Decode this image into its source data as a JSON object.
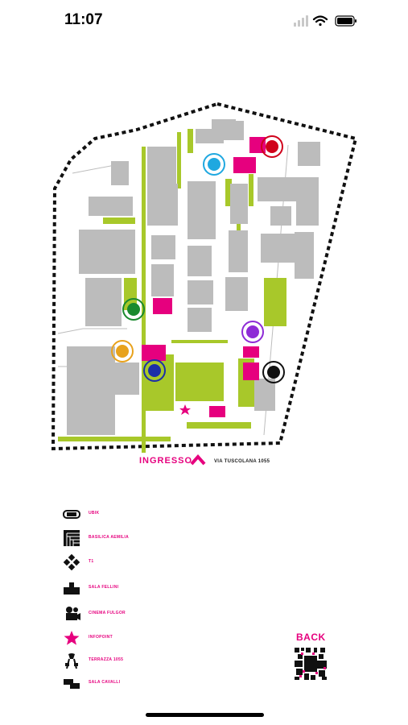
{
  "status_bar": {
    "time": "11:07"
  },
  "map": {
    "entrance_label": "INGRESSO",
    "address": "VIA TUSCOLANA 1055",
    "accent_color": "#e6007e",
    "markers": [
      {
        "name": "red",
        "color": "#d0021b"
      },
      {
        "name": "cyan",
        "color": "#1fa8e0"
      },
      {
        "name": "green",
        "color": "#1a8a2e"
      },
      {
        "name": "orange",
        "color": "#e8a21c"
      },
      {
        "name": "blue",
        "color": "#1c2fa8"
      },
      {
        "name": "purple",
        "color": "#8e2bd6"
      },
      {
        "name": "black",
        "color": "#111111"
      }
    ]
  },
  "legend": {
    "items": [
      {
        "label": "UBIK",
        "icon": "ubik-icon"
      },
      {
        "label": "BASILICA AEMILIA",
        "icon": "basilica-icon"
      },
      {
        "label": "T1",
        "icon": "t1-icon"
      },
      {
        "label": "SALA FELLINI",
        "icon": "sala-fellini-icon"
      },
      {
        "label": "CINEMA FULGOR",
        "icon": "cinema-fulgor-icon"
      },
      {
        "label": "INFOPOINT",
        "icon": "star-icon"
      },
      {
        "label": "TERRAZZA 1055",
        "icon": "terrazza-icon"
      },
      {
        "label": "SALA CAVALLI",
        "icon": "sala-cavalli-icon"
      }
    ]
  },
  "back": {
    "label": "BACK"
  }
}
